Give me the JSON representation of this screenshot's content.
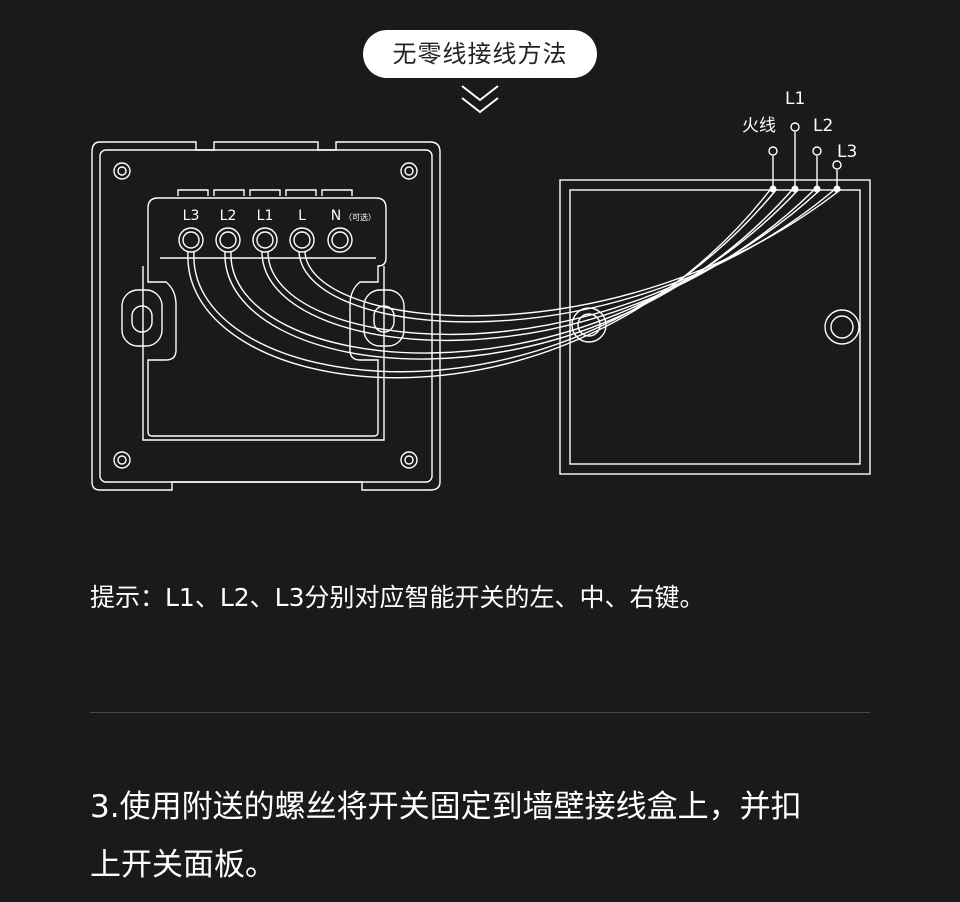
{
  "header": {
    "title": "无零线接线方法"
  },
  "panel": {
    "terminals": [
      {
        "label": "L3"
      },
      {
        "label": "L2"
      },
      {
        "label": "L1"
      },
      {
        "label": "L"
      },
      {
        "label": "N",
        "note": "（可选）"
      }
    ]
  },
  "junction_box": {
    "wires": [
      {
        "label": "火线"
      },
      {
        "label": "L1"
      },
      {
        "label": "L2"
      },
      {
        "label": "L3"
      }
    ]
  },
  "tip": "提示：L1、L2、L3分别对应智能开关的左、中、右键。",
  "step": {
    "line1": "3.使用附送的螺丝将开关固定到墙壁接线盒上，并扣",
    "line2": "上开关面板。"
  }
}
